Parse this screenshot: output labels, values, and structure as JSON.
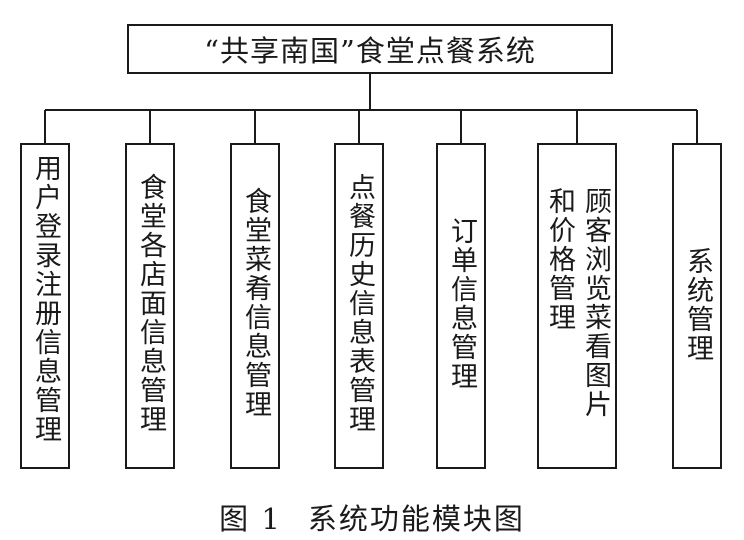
{
  "diagram": {
    "root": "“共享南国”食堂点餐系统",
    "modules": [
      "用户登录注册信息管理",
      "食堂各店面信息管理",
      "食堂菜肴信息管理",
      "点餐历史信息表管理",
      "订单信息管理",
      "顾客浏览菜看图片和价格管理",
      "系统管理"
    ]
  },
  "caption": {
    "figure": "图 1",
    "title": "系统功能模块图"
  }
}
